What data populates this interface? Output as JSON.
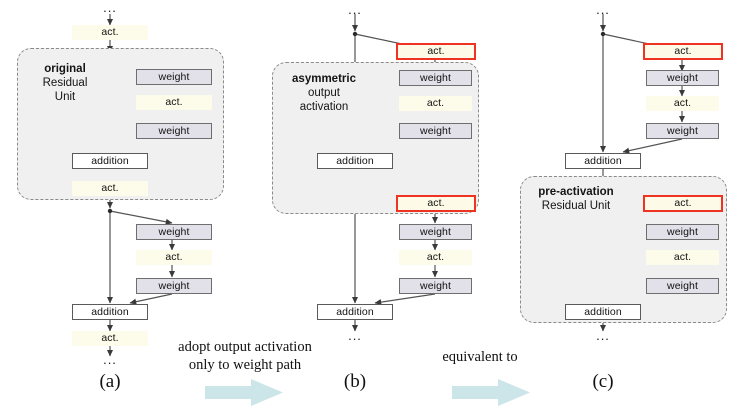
{
  "figure": {
    "type": "diagram",
    "subject": "ResNet residual unit activation placement transformation",
    "colors": {
      "act_fill": "#fdfcea",
      "act_highlight_border": "#ee3322",
      "weight_fill": "#e2e0e8",
      "weight_border": "#6e6e6e",
      "addition_fill": "#ffffff",
      "group_fill": "#f0f0f0",
      "group_border": "#8a8a8a",
      "wire": "#545454",
      "big_arrow": "#cce5e8"
    }
  },
  "labels": {
    "act": "act.",
    "weight": "weight",
    "addition": "addition",
    "ellipsis": "..."
  },
  "panels": [
    {
      "id": "a",
      "caption": "(a)",
      "group_label_bold": "original",
      "group_label_rest": "Residual\nUnit",
      "group_label_full": "original\nResidual\nUnit",
      "nodes": [
        {
          "name": "top-ellipsis",
          "label": "..."
        },
        {
          "name": "act-entry",
          "label": "act.",
          "style": "act"
        },
        {
          "name": "weight-1",
          "label": "weight",
          "style": "weight"
        },
        {
          "name": "act-mid-1",
          "label": "act.",
          "style": "act"
        },
        {
          "name": "weight-2",
          "label": "weight",
          "style": "weight"
        },
        {
          "name": "addition-1",
          "label": "addition",
          "style": "addition"
        },
        {
          "name": "act-out-1",
          "label": "act.",
          "style": "act"
        },
        {
          "name": "weight-3",
          "label": "weight",
          "style": "weight"
        },
        {
          "name": "act-mid-2",
          "label": "act.",
          "style": "act"
        },
        {
          "name": "weight-4",
          "label": "weight",
          "style": "weight"
        },
        {
          "name": "addition-2",
          "label": "addition",
          "style": "addition"
        },
        {
          "name": "act-out-2",
          "label": "act.",
          "style": "act"
        },
        {
          "name": "bottom-ellipsis",
          "label": "..."
        }
      ]
    },
    {
      "id": "b",
      "caption": "(b)",
      "group_label_bold": "asymmetric",
      "group_label_rest": "output\nactivation",
      "group_label_full": "asymmetric\noutput\nactivation",
      "nodes": [
        {
          "name": "top-ellipsis",
          "label": "..."
        },
        {
          "name": "act-branch-1",
          "label": "act.",
          "style": "act-red"
        },
        {
          "name": "weight-1",
          "label": "weight",
          "style": "weight"
        },
        {
          "name": "act-mid-1",
          "label": "act.",
          "style": "act"
        },
        {
          "name": "weight-2",
          "label": "weight",
          "style": "weight"
        },
        {
          "name": "addition-1",
          "label": "addition",
          "style": "addition"
        },
        {
          "name": "act-branch-2",
          "label": "act.",
          "style": "act-red"
        },
        {
          "name": "weight-3",
          "label": "weight",
          "style": "weight"
        },
        {
          "name": "act-mid-2",
          "label": "act.",
          "style": "act"
        },
        {
          "name": "weight-4",
          "label": "weight",
          "style": "weight"
        },
        {
          "name": "addition-2",
          "label": "addition",
          "style": "addition"
        },
        {
          "name": "bottom-ellipsis",
          "label": "..."
        }
      ]
    },
    {
      "id": "c",
      "caption": "(c)",
      "group_label_bold": "pre-activation",
      "group_label_rest": "Residual Unit",
      "group_label_full": "pre-activation\nResidual Unit",
      "nodes": [
        {
          "name": "top-ellipsis",
          "label": "..."
        },
        {
          "name": "act-branch-1",
          "label": "act.",
          "style": "act-red"
        },
        {
          "name": "weight-1",
          "label": "weight",
          "style": "weight"
        },
        {
          "name": "act-mid-1",
          "label": "act.",
          "style": "act"
        },
        {
          "name": "weight-2",
          "label": "weight",
          "style": "weight"
        },
        {
          "name": "addition-1",
          "label": "addition",
          "style": "addition"
        },
        {
          "name": "act-branch-2",
          "label": "act.",
          "style": "act-red"
        },
        {
          "name": "weight-3",
          "label": "weight",
          "style": "weight"
        },
        {
          "name": "act-mid-2",
          "label": "act.",
          "style": "act"
        },
        {
          "name": "weight-4",
          "label": "weight",
          "style": "weight"
        },
        {
          "name": "addition-2",
          "label": "addition",
          "style": "addition"
        },
        {
          "name": "bottom-ellipsis",
          "label": "..."
        }
      ]
    }
  ],
  "transitions": [
    {
      "id": "a-to-b",
      "text": "adopt output activation\nonly to weight path"
    },
    {
      "id": "b-to-c",
      "text": "equivalent to"
    }
  ]
}
